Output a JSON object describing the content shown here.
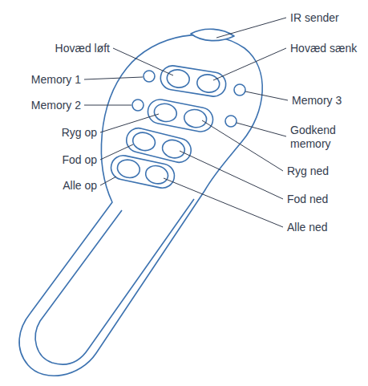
{
  "diagram": {
    "labels": [
      "IR sender",
      "Hovæd løft",
      "Hovæd sænk",
      "Memory 1",
      "Memory 3",
      "Memory 2",
      "Godkend memory",
      "Ryg op",
      "Ryg ned",
      "Fod op",
      "Fod ned",
      "Alle op",
      "Alle ned"
    ]
  }
}
